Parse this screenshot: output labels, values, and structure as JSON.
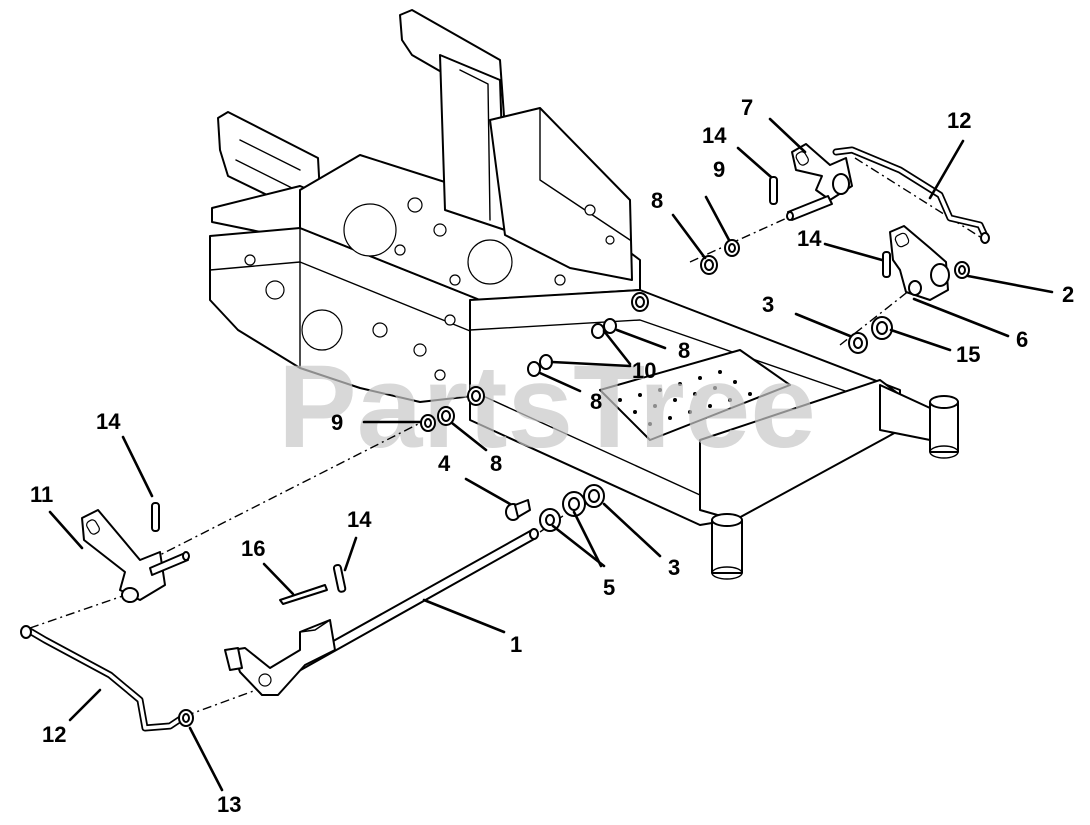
{
  "watermark": "PartsTree",
  "callouts": [
    {
      "id": "c1",
      "label": "1"
    },
    {
      "id": "c2",
      "label": "2"
    },
    {
      "id": "c3a",
      "label": "3"
    },
    {
      "id": "c3b",
      "label": "3"
    },
    {
      "id": "c4",
      "label": "4"
    },
    {
      "id": "c5",
      "label": "5"
    },
    {
      "id": "c6",
      "label": "6"
    },
    {
      "id": "c7",
      "label": "7"
    },
    {
      "id": "c8a",
      "label": "8"
    },
    {
      "id": "c8b",
      "label": "8"
    },
    {
      "id": "c8c",
      "label": "8"
    },
    {
      "id": "c8d",
      "label": "8"
    },
    {
      "id": "c9a",
      "label": "9"
    },
    {
      "id": "c9b",
      "label": "9"
    },
    {
      "id": "c10",
      "label": "10"
    },
    {
      "id": "c11",
      "label": "11"
    },
    {
      "id": "c12a",
      "label": "12"
    },
    {
      "id": "c12b",
      "label": "12"
    },
    {
      "id": "c13",
      "label": "13"
    },
    {
      "id": "c14a",
      "label": "14"
    },
    {
      "id": "c14b",
      "label": "14"
    },
    {
      "id": "c14c",
      "label": "14"
    },
    {
      "id": "c15",
      "label": "15"
    },
    {
      "id": "c16",
      "label": "16"
    }
  ]
}
